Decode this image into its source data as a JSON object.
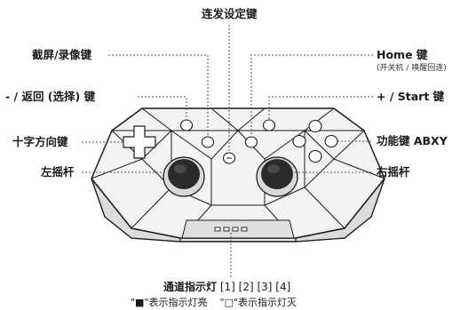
{
  "labels": {
    "turbo": "连发设定键",
    "screenshot": "截屏/录像键",
    "home": "Home 键",
    "home_sub": "(开关机 / 唤醒回连)",
    "minus_back": "- / 返回 (选择) 键",
    "plus_start": "+ / Start 键",
    "dpad": "十字方向键",
    "abxy": "功能键 ABXY",
    "left_stick": "左摇杆",
    "right_stick": "右摇杆"
  },
  "footer": {
    "channel_title": "通道指示灯",
    "channel_numbers": "[1] [2] [3] [4]",
    "legend_on_mark": "\"■\"",
    "legend_on_text": "表示指示灯亮",
    "legend_off_mark": "\"□\"",
    "legend_off_text": "表示指示灯灭"
  },
  "colors": {
    "body_top": "#f3f3f3",
    "body_side": "#e6e6e6",
    "outline": "#1a1a1a",
    "stick": "#2a2a2a",
    "leader": "#555555"
  }
}
